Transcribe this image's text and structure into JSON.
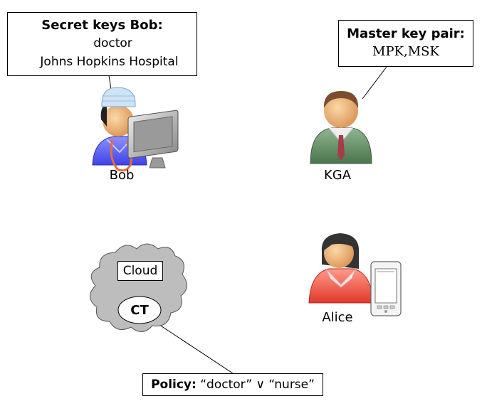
{
  "bob": {
    "name": "Bob",
    "keys_title": "Secret keys Bob:",
    "keys": [
      "doctor",
      "Johns Hopkins Hospital"
    ]
  },
  "kga": {
    "name": "KGA",
    "master_title": "Master key pair:",
    "master_keys": "MPK,MSK"
  },
  "cloud": {
    "label": "Cloud",
    "ciphertext": "CT"
  },
  "alice": {
    "name": "Alice"
  },
  "policy": {
    "label": "Policy:",
    "expression": "“doctor” ∨ “nurse”"
  },
  "colors": {
    "key_yellow": "#f4e31a",
    "bob_shirt": "#5a5ef6",
    "kga_suit": "#5d8a5f",
    "alice_shirt": "#f05a4e",
    "cloud_gray": "#bdbdbd",
    "skin": "#f3b37a"
  }
}
